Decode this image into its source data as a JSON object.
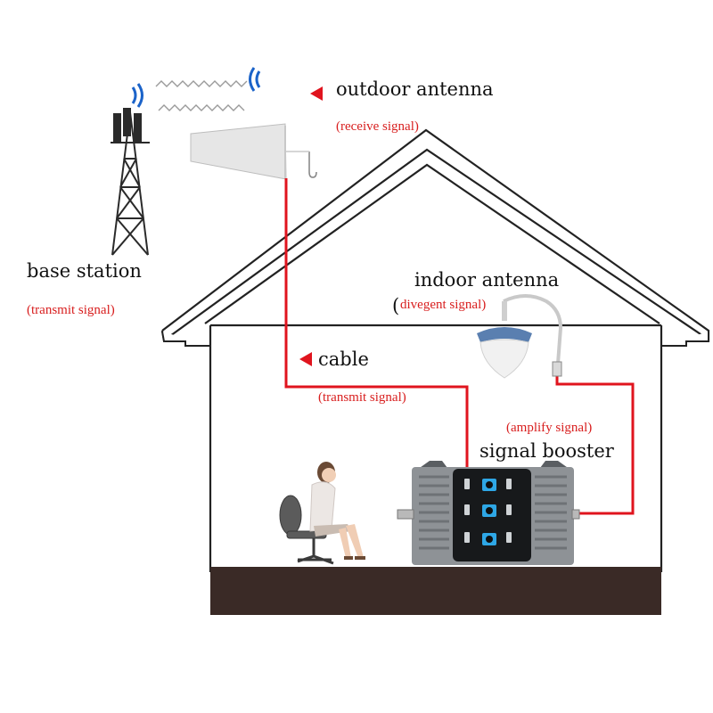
{
  "labels": {
    "outdoor_antenna": "outdoor antenna",
    "receive_signal": "(receive signal)",
    "base_station": "base station",
    "base_transmit_signal": "(transmit signal)",
    "indoor_antenna": "indoor antenna",
    "divergent_paren": "(",
    "divergent_signal": "divegent signal)",
    "cable": "cable",
    "cable_transmit_signal": "(transmit signal)",
    "amplify_signal": "(amplify signal)",
    "signal_booster": "signal booster"
  },
  "colors": {
    "cable": "#e0141e",
    "label_red": "#d81e1e",
    "house_outline": "#222222",
    "floor": "#3a2a26",
    "wave": "#1b63c9",
    "booster_body": "#8e9296"
  },
  "icons": [
    "arrow-left-icon",
    "signal-wave-icon",
    "tower-icon",
    "yagi-antenna-icon",
    "ceiling-antenna-icon",
    "chair-icon",
    "person-icon",
    "booster-icon"
  ]
}
